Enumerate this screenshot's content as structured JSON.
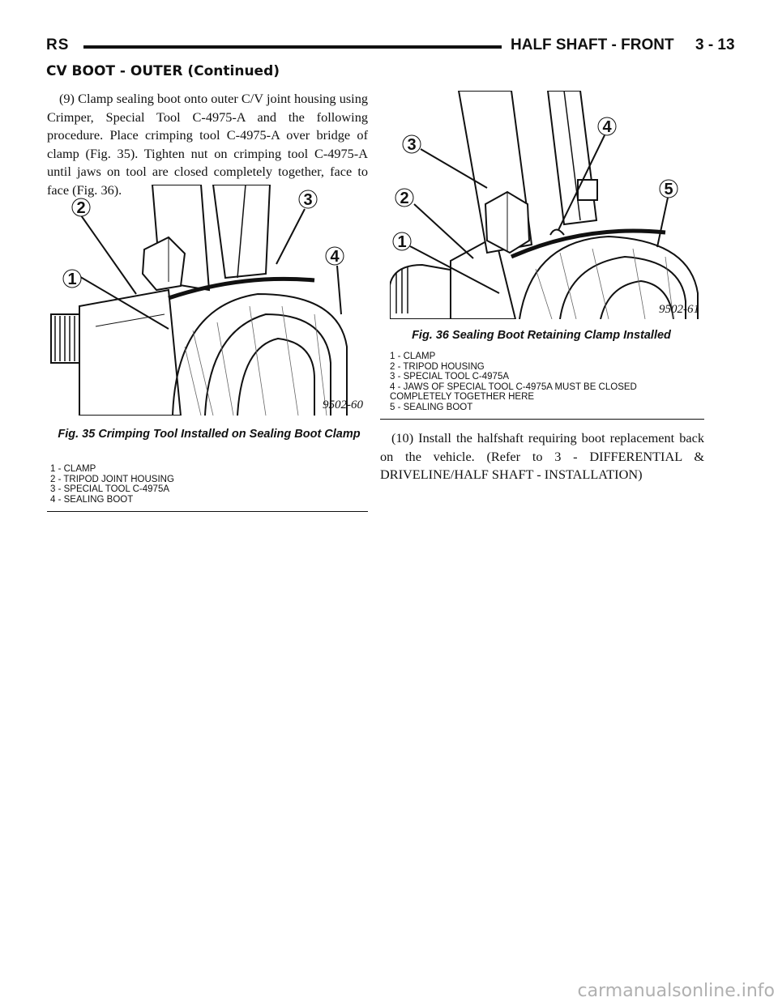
{
  "header": {
    "left": "RS",
    "right": "HALF SHAFT - FRONT     3 - 13"
  },
  "section_title": "CV BOOT - OUTER (Continued)",
  "paragraphs": {
    "step9": "(9) Clamp sealing boot onto outer C/V joint housing using Crimper, Special Tool C-4975-A and the following procedure. Place crimping tool C-4975-A over bridge of clamp (Fig. 35). Tighten nut on crimping tool C-4975-A until jaws on tool are closed completely together, face to face (Fig. 36).",
    "step10": "(10) Install the halfshaft requiring boot replacement back on the vehicle. (Refer to 3 - DIFFERENTIAL & DRIVELINE/HALF SHAFT - INSTALLATION)"
  },
  "fig35": {
    "code": "9502-60",
    "callouts": [
      "1",
      "2",
      "3",
      "4"
    ],
    "caption": "Fig. 35 Crimping Tool Installed on Sealing Boot Clamp",
    "legend": [
      "1 - CLAMP",
      "2 - TRIPOD JOINT HOUSING",
      "3 - SPECIAL TOOL C-4975A",
      "4 - SEALING BOOT"
    ]
  },
  "fig36": {
    "code": "9502-61",
    "callouts": [
      "1",
      "2",
      "3",
      "4",
      "5"
    ],
    "caption": "Fig. 36 Sealing Boot Retaining Clamp Installed",
    "legend": [
      "1 - CLAMP",
      "2 - TRIPOD HOUSING",
      "3 - SPECIAL TOOL C-4975A",
      "4 - JAWS OF SPECIAL TOOL C-4975A MUST BE CLOSED\nCOMPLETELY TOGETHER HERE",
      "5 - SEALING BOOT"
    ]
  },
  "watermark": "carmanualsonline.info"
}
